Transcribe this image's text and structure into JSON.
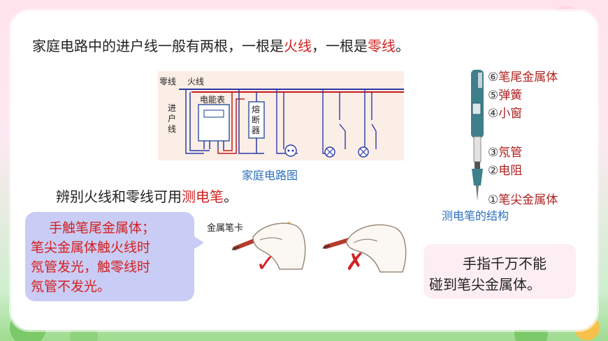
{
  "heading": {
    "prefix": "家庭电路中的进户线一般有两根，一根是",
    "live": "火线",
    "mid": "，一根是",
    "neutral": "零线",
    "suffix": "。"
  },
  "circuit": {
    "neutral_label": "零线",
    "live_label": "火线",
    "meter_label": "电能表",
    "incoming_label": [
      "进",
      "户",
      "线"
    ],
    "fuse_label": [
      "熔",
      "断",
      "器"
    ],
    "caption": "家庭电路图"
  },
  "identify": {
    "prefix": "辨别火线和零线可用",
    "tool": "测电笔",
    "suffix": "。"
  },
  "pen_parts": [
    {
      "num": "⑥",
      "label": "笔尾金属体"
    },
    {
      "num": "⑤",
      "label": "弹簧"
    },
    {
      "num": "④",
      "label": "小窗"
    },
    {
      "num": "③",
      "label": "氖管"
    },
    {
      "num": "②",
      "label": "电阻"
    },
    {
      "num": "①",
      "label": "笔尖金属体"
    }
  ],
  "pen_caption": "测电笔的结构",
  "bubble_lines": [
    "手触笔尾金属体；",
    "笔尖金属体触火线时",
    "氖管发光，触零线时",
    "氖管不发光。"
  ],
  "clip_label": "金属笔卡",
  "marks": {
    "correct": "✓",
    "wrong": "✗"
  },
  "tip_lines": [
    "手指千万不能",
    "碰到笔尖金属体。"
  ],
  "colors": {
    "red": "#d32020",
    "blue": "#2a6fbd",
    "bubble": "#c9ccf4",
    "tipbox": "#fdeef3"
  }
}
